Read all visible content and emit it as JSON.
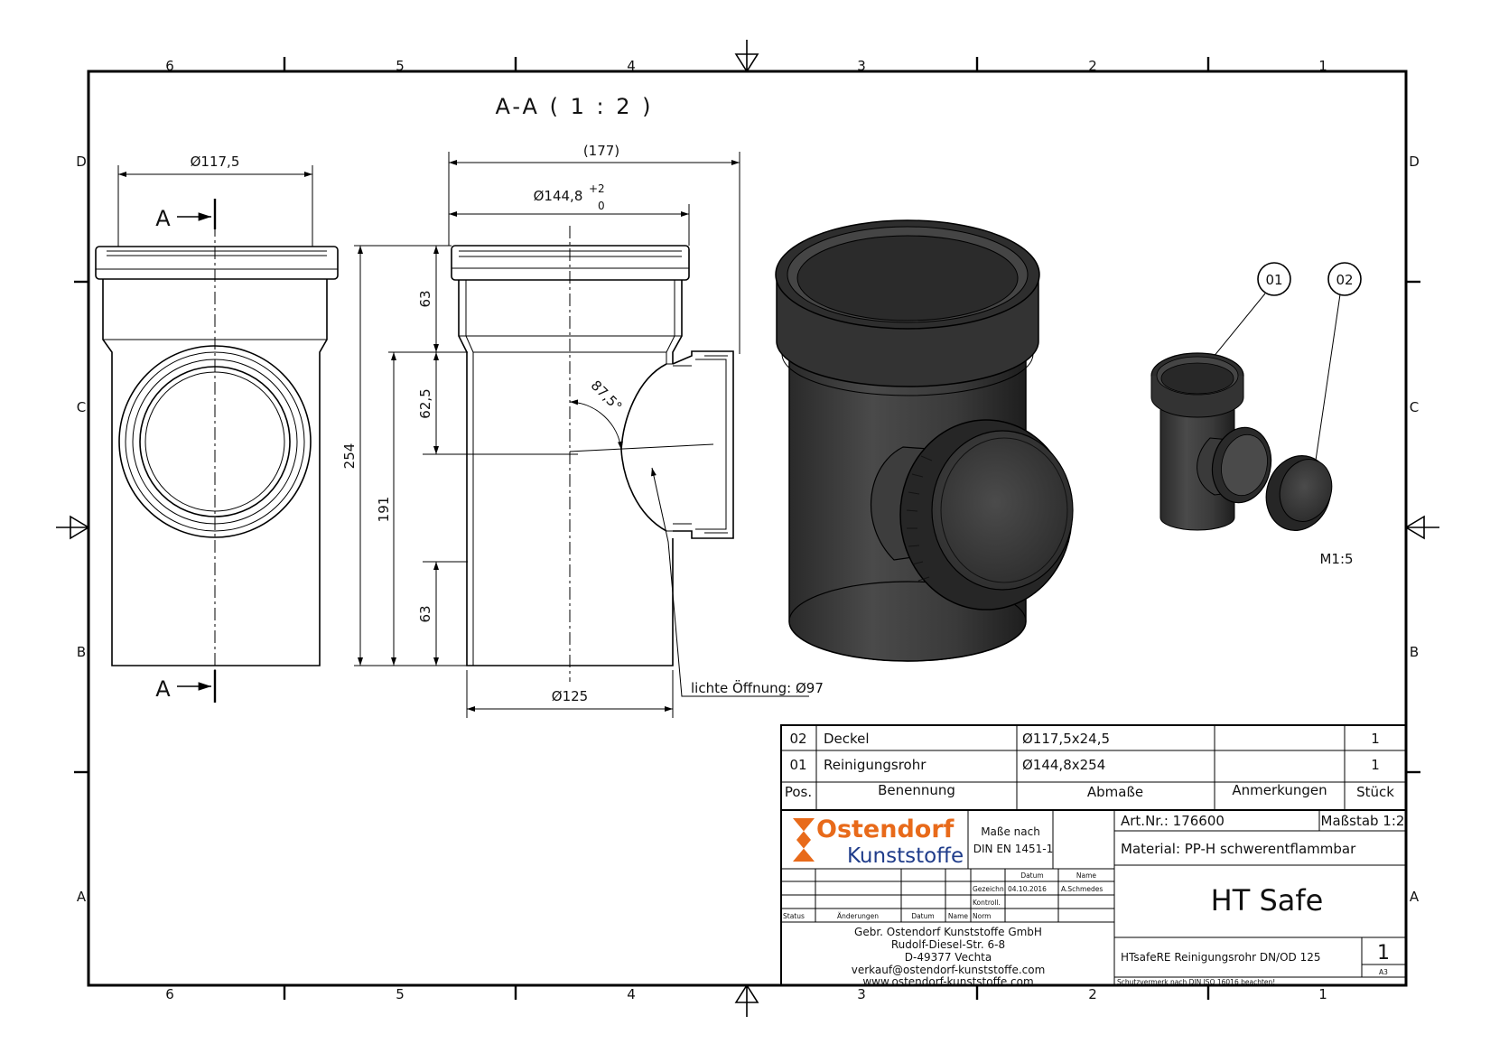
{
  "section_title": "A-A ( 1 : 2 )",
  "zones": {
    "columns": [
      "6",
      "5",
      "4",
      "3",
      "2",
      "1"
    ],
    "rows": [
      "D",
      "C",
      "B",
      "A"
    ]
  },
  "side_view": {
    "dim_diameter": "Ø117,5",
    "section_marker": "A"
  },
  "section_view": {
    "dim_overall": "(177)",
    "dim_socket_dia": "Ø144,8",
    "dim_tol_upper": "+2",
    "dim_tol_lower": "0",
    "dim_height_total": "254",
    "dim_height_191": "191",
    "dim_socket_63": "63",
    "dim_62_5": "62,5",
    "dim_bottom_63": "63",
    "dim_pipe_dia": "Ø125",
    "angle": "87,5°",
    "note_opening": "lichte Öffnung: Ø97"
  },
  "parts_view": {
    "callout_01": "01",
    "callout_02": "02",
    "scale": "M1:5"
  },
  "bom": {
    "rows": [
      {
        "pos": "02",
        "name": "Deckel",
        "dims": "Ø117,5x24,5",
        "note": "",
        "qty": "1"
      },
      {
        "pos": "01",
        "name": "Reinigungsrohr",
        "dims": "Ø144,8x254",
        "note": "",
        "qty": "1"
      }
    ],
    "headers": {
      "pos": "Pos.",
      "name": "Benennung",
      "dims": "Abmaße",
      "note": "Anmerkungen",
      "qty": "Stück"
    }
  },
  "title_block": {
    "logo_main": "Ostendorf",
    "logo_sub": "Kunststoffe",
    "standard_label": "Maße nach",
    "standard_value": "DIN EN 1451-1",
    "art_nr": "Art.Nr.: 176600",
    "scale": "Maßstab 1:2",
    "material": "Material: PP-H schwerentflammbar",
    "product": "HT Safe",
    "description": "HTsafeRE Reinigungsrohr DN/OD 125",
    "sheet_no": "1",
    "format": "A3",
    "protection": "Schutzvermerk nach DIN ISO 16016 beachten!",
    "col_datum": "Datum",
    "col_name": "Name",
    "row_gezeichn": "Gezeichn.",
    "row_kontroll": "Kontroll.",
    "row_norm": "Norm",
    "date_drawn": "04.10.2016",
    "drawn_by": "A.Schmedes",
    "hist_status": "Status",
    "hist_aenderungen": "Änderungen",
    "hist_datum": "Datum",
    "hist_name": "Name",
    "company": "Gebr. Ostendorf Kunststoffe GmbH",
    "street": "Rudolf-Diesel-Str. 6-8",
    "city": "D-49377 Vechta",
    "email": "verkauf@ostendorf-kunststoffe.com",
    "web": "www.ostendorf-kunststoffe.com"
  },
  "colors": {
    "logo_orange": "#e86a1a",
    "logo_blue": "#1f3c8a",
    "render_dark": "#3a3a3a"
  }
}
